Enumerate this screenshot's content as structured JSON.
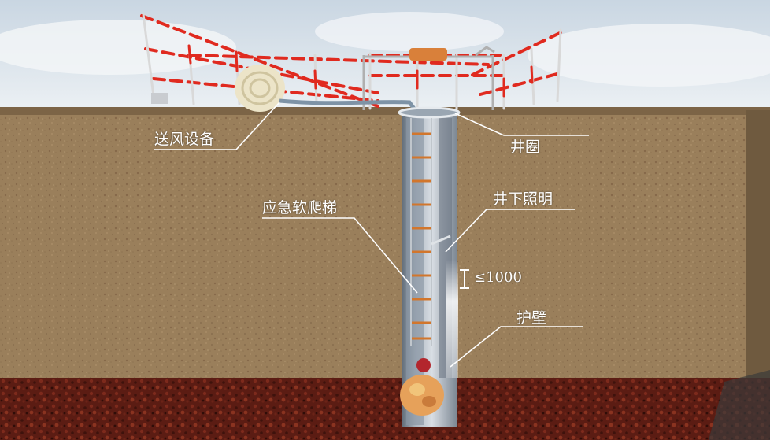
{
  "labels": {
    "air_supply": "送风设备",
    "well_ring": "井圈",
    "underground_lighting": "井下照明",
    "emergency_ladder": "应急软爬梯",
    "spacing": "≤1000",
    "retaining_wall": "护壁"
  },
  "colors": {
    "sky": "#dfe8ef",
    "soil": "#9a7f5b",
    "bottom_layer": "#5a1a12",
    "fence_red": "#e02a1f",
    "callout_line": "#ffffff"
  }
}
